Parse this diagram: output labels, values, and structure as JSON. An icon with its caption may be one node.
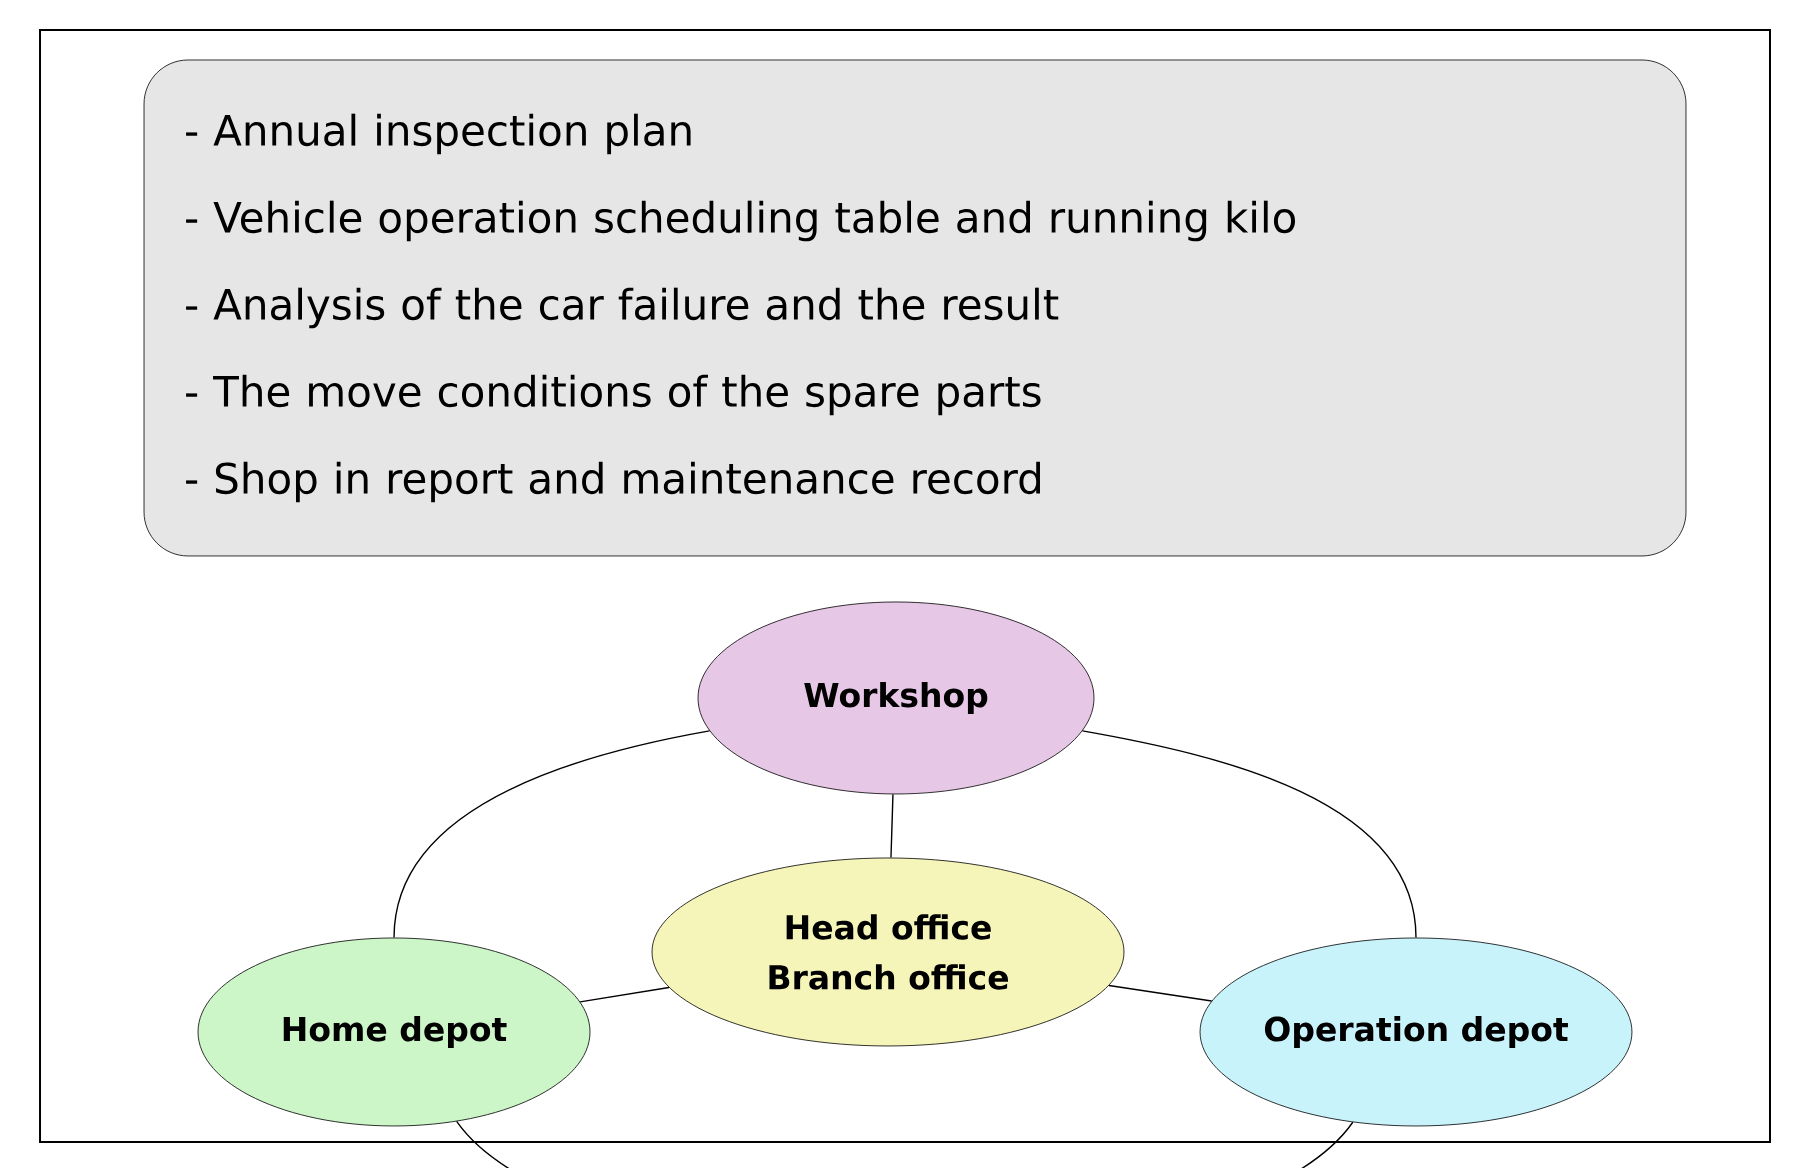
{
  "diagram": {
    "nodes": [
      {
        "text": [
          "- Annual inspection plan",
          "- Vehicle operation scheduling table and running kilo",
          "- Analysis of the car failure and the result",
          "- The move conditions of the spare parts",
          "- Shop in report and maintenance record"
        ]
      },
      {
        "text": [
          "Workshop"
        ]
      },
      {
        "text": [
          "Head office",
          "Branch office"
        ]
      },
      {
        "text": [
          "Home depot"
        ]
      },
      {
        "text": [
          "Operation depot"
        ]
      }
    ],
    "edges": [
      {
        "from": 1,
        "to": 2,
        "arrow": "none"
      },
      {
        "from": 2,
        "to": 3,
        "arrow": "none"
      },
      {
        "from": 2,
        "to": 4,
        "arrow": "none"
      },
      {
        "from": 1,
        "to": 3,
        "arrow": "none"
      },
      {
        "from": 1,
        "to": 4,
        "arrow": "none"
      },
      {
        "from": 3,
        "to": 4,
        "arrow": "none"
      }
    ]
  }
}
